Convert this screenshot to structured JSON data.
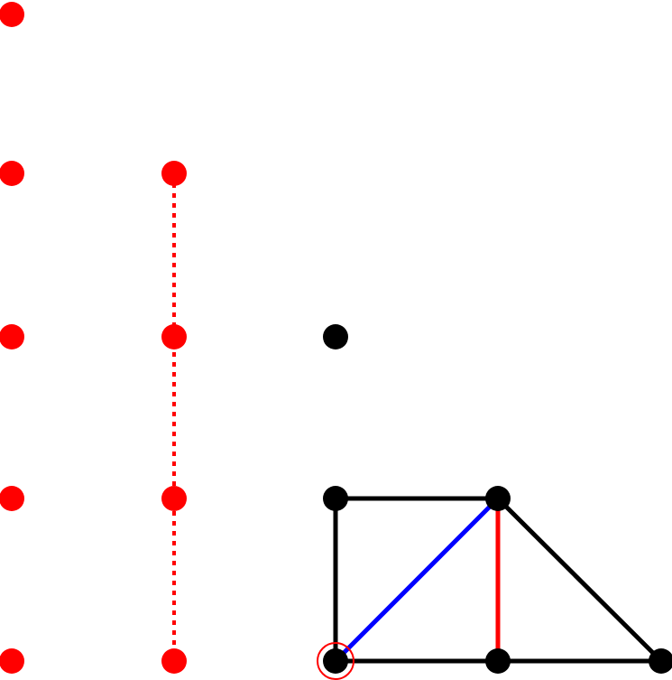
{
  "diagram": {
    "type": "graph-on-grid",
    "grid": {
      "columns": 5,
      "rows": 5,
      "origin": "bottom-left"
    },
    "colors": {
      "red": "#ff0000",
      "black": "#000000",
      "blue": "#0000ff",
      "background": "#ffffff"
    },
    "nodes": [
      {
        "id": "r0_4",
        "col": 0,
        "row": 4,
        "color": "red"
      },
      {
        "id": "r0_3",
        "col": 0,
        "row": 3,
        "color": "red"
      },
      {
        "id": "r0_2",
        "col": 0,
        "row": 2,
        "color": "red"
      },
      {
        "id": "r0_1",
        "col": 0,
        "row": 1,
        "color": "red"
      },
      {
        "id": "r0_0",
        "col": 0,
        "row": 0,
        "color": "red"
      },
      {
        "id": "r1_3",
        "col": 1,
        "row": 3,
        "color": "red"
      },
      {
        "id": "r1_2",
        "col": 1,
        "row": 2,
        "color": "red"
      },
      {
        "id": "r1_1",
        "col": 1,
        "row": 1,
        "color": "red"
      },
      {
        "id": "r1_0",
        "col": 1,
        "row": 0,
        "color": "red"
      },
      {
        "id": "b2_2",
        "col": 2,
        "row": 2,
        "color": "black"
      },
      {
        "id": "b2_1",
        "col": 2,
        "row": 1,
        "color": "black"
      },
      {
        "id": "b2_0",
        "col": 2,
        "row": 0,
        "color": "black",
        "highlighted": true
      },
      {
        "id": "b3_1",
        "col": 3,
        "row": 1,
        "color": "black"
      },
      {
        "id": "b3_0",
        "col": 3,
        "row": 0,
        "color": "black"
      },
      {
        "id": "b4_0",
        "col": 4,
        "row": 0,
        "color": "black"
      }
    ],
    "edges": [
      {
        "from": "r1_3",
        "to": "r1_0",
        "color": "red",
        "style": "dotted"
      },
      {
        "from": "b2_1",
        "to": "b3_1",
        "color": "black",
        "style": "solid"
      },
      {
        "from": "b2_1",
        "to": "b2_0",
        "color": "black",
        "style": "solid"
      },
      {
        "from": "b2_0",
        "to": "b4_0",
        "color": "black",
        "style": "solid"
      },
      {
        "from": "b3_1",
        "to": "b4_0",
        "color": "black",
        "style": "solid"
      },
      {
        "from": "b2_0",
        "to": "b3_1",
        "color": "blue",
        "style": "solid"
      },
      {
        "from": "b3_1",
        "to": "b3_0",
        "color": "red",
        "style": "solid"
      }
    ]
  }
}
